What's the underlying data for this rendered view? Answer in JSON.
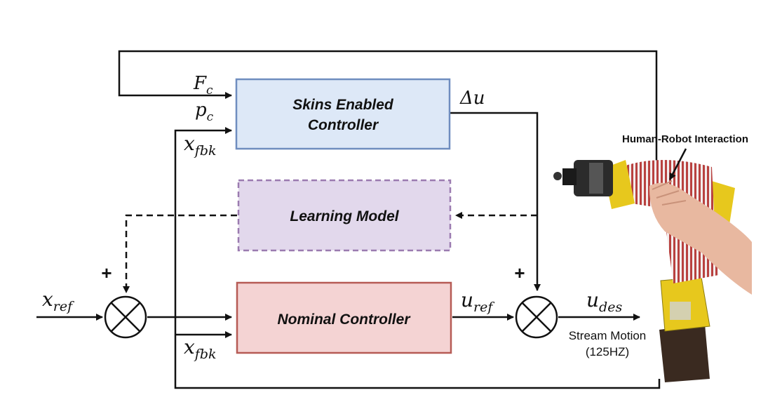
{
  "blocks": {
    "skins_controller": {
      "line1": "Skins Enabled",
      "line2": "Controller",
      "fill": "#dde8f7",
      "stroke": "#6f8dbf"
    },
    "learning_model": {
      "label": "Learning Model",
      "fill": "#e2d8ec",
      "stroke": "#9b7bb0"
    },
    "nominal_controller": {
      "label": "Nominal Controller",
      "fill": "#f4d3d3",
      "stroke": "#b65b55"
    }
  },
  "signals": {
    "force": {
      "base": "F",
      "sub": "c"
    },
    "position": {
      "base": "p",
      "sub": "c"
    },
    "feedback_top": {
      "base": "x",
      "sub": "fbk"
    },
    "feedback_bottom": {
      "base": "x",
      "sub": "fbk"
    },
    "delta_u": "Δu",
    "reference": {
      "base": "x",
      "sub": "ref"
    },
    "u_ref": {
      "base": "u",
      "sub": "ref"
    },
    "u_des": {
      "base": "u",
      "sub": "des"
    }
  },
  "sum_signs": {
    "left": "+",
    "right": "+"
  },
  "output_note": {
    "line1": "Stream Motion",
    "line2": "(125HZ)"
  },
  "robot": {
    "caption": "Human-Robot Interaction"
  }
}
